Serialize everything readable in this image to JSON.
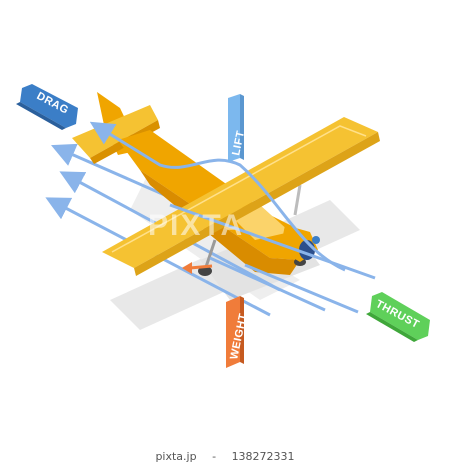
{
  "labels": {
    "drag": "DRAG",
    "lift": "LIFT",
    "weight": "WEIGHT",
    "thrust": "THRUST"
  },
  "watermark": "PIXTA",
  "footer": {
    "site": "pixta.jp",
    "dash": "-",
    "id": "138272331"
  },
  "colors": {
    "drag": "#3b7ec7",
    "lift": "#7cb8ee",
    "weight": "#f07c3a",
    "thrust": "#5fd05a",
    "airflow": "#8ab4ea",
    "plane_body": "#f0a500",
    "plane_wing": "#f5c232",
    "shadow": "#e7e7e7"
  }
}
